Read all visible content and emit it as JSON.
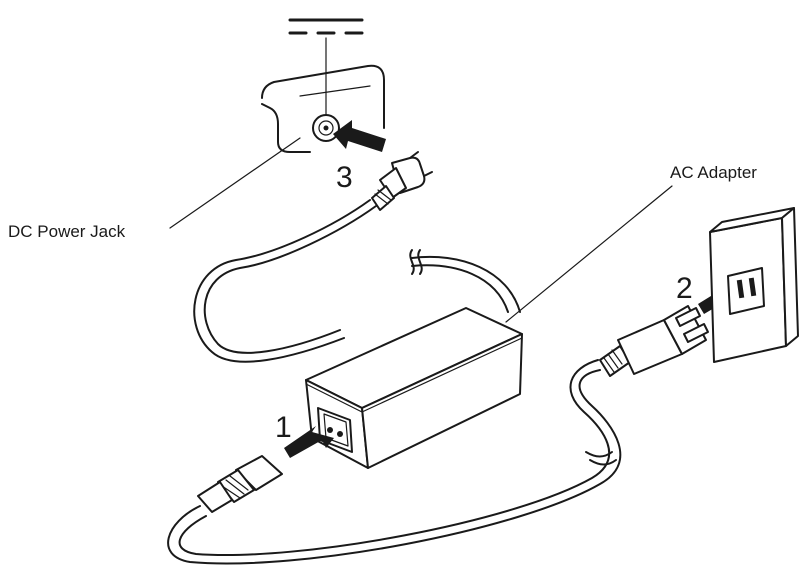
{
  "labels": {
    "dc_power_jack": "DC Power Jack",
    "ac_adapter": "AC Adapter"
  },
  "steps": {
    "step1": "1",
    "step2": "2",
    "step3": "3"
  },
  "icons": {
    "dc_symbol": "dc-current-symbol-icon",
    "arrow": "push-arrow-icon"
  },
  "colors": {
    "ink": "#1a1a1a",
    "background": "#ffffff"
  }
}
